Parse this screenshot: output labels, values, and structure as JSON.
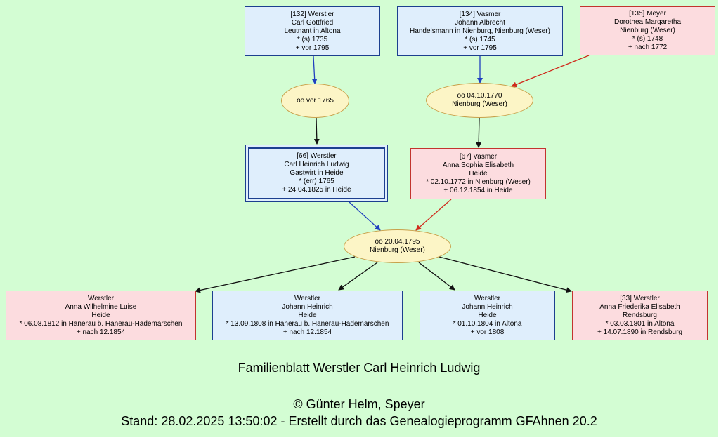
{
  "colors": {
    "background": "#d3fdd3",
    "male_fill": "#dfeefc",
    "male_border": "#1c3f8f",
    "female_fill": "#fcdcdf",
    "female_border": "#c2342e",
    "marriage_fill": "#fcf5c6",
    "marriage_border": "#c8a04a",
    "edge_male": "#1f3fbf",
    "edge_female": "#d02a1c",
    "edge_child": "#111111"
  },
  "persons": {
    "p132": {
      "lines": [
        "[132] Werstler",
        "Carl Gottfried",
        "Leutnant in Altona",
        "* (s) 1735",
        "+ vor 1795"
      ]
    },
    "p134": {
      "lines": [
        "[134] Vasmer",
        "Johann Albrecht",
        "Handelsmann in Nienburg, Nienburg (Weser)",
        "* (s) 1745",
        "+ vor 1795"
      ]
    },
    "p135": {
      "lines": [
        "[135] Meyer",
        "Dorothea Margaretha",
        "Nienburg (Weser)",
        "* (s) 1748",
        "+ nach 1772"
      ]
    },
    "p66": {
      "lines": [
        "[66] Werstler",
        "Carl Heinrich Ludwig",
        "Gastwirt in Heide",
        "* (err) 1765",
        "+ 24.04.1825 in Heide"
      ]
    },
    "p67": {
      "lines": [
        "[67] Vasmer",
        "Anna Sophia Elisabeth",
        "Heide",
        "* 02.10.1772 in Nienburg (Weser)",
        "+ 06.12.1854 in Heide"
      ]
    },
    "c1": {
      "lines": [
        "Werstler",
        "Anna Wilhelmine Luise",
        "Heide",
        "* 06.08.1812 in Hanerau b. Hanerau-Hademarschen",
        "+ nach 12.1854"
      ]
    },
    "c2": {
      "lines": [
        "Werstler",
        "Johann Heinrich",
        "Heide",
        "* 13.09.1808 in Hanerau b. Hanerau-Hademarschen",
        "+ nach 12.1854"
      ]
    },
    "c3": {
      "lines": [
        "Werstler",
        "Johann Heinrich",
        "Heide",
        "* 01.10.1804 in Altona",
        "+ vor 1808"
      ]
    },
    "c4": {
      "lines": [
        "[33] Werstler",
        "Anna Friederika Elisabeth",
        "Rendsburg",
        "* 03.03.1801 in Altona",
        "+ 14.07.1890 in Rendsburg"
      ]
    }
  },
  "marriages": {
    "m1": {
      "lines": [
        "oo vor 1765"
      ]
    },
    "m2": {
      "lines": [
        "oo 04.10.1770",
        "Nienburg (Weser)"
      ]
    },
    "m3": {
      "lines": [
        "oo 20.04.1795",
        "Nienburg (Weser)"
      ]
    }
  },
  "footer": {
    "title": "Familienblatt Werstler Carl Heinrich Ludwig",
    "copyright": "© Günter Helm, Speyer",
    "stand": "Stand: 28.02.2025 13:50:02 - Erstellt durch das Genealogieprogramm GFAhnen 20.2"
  }
}
